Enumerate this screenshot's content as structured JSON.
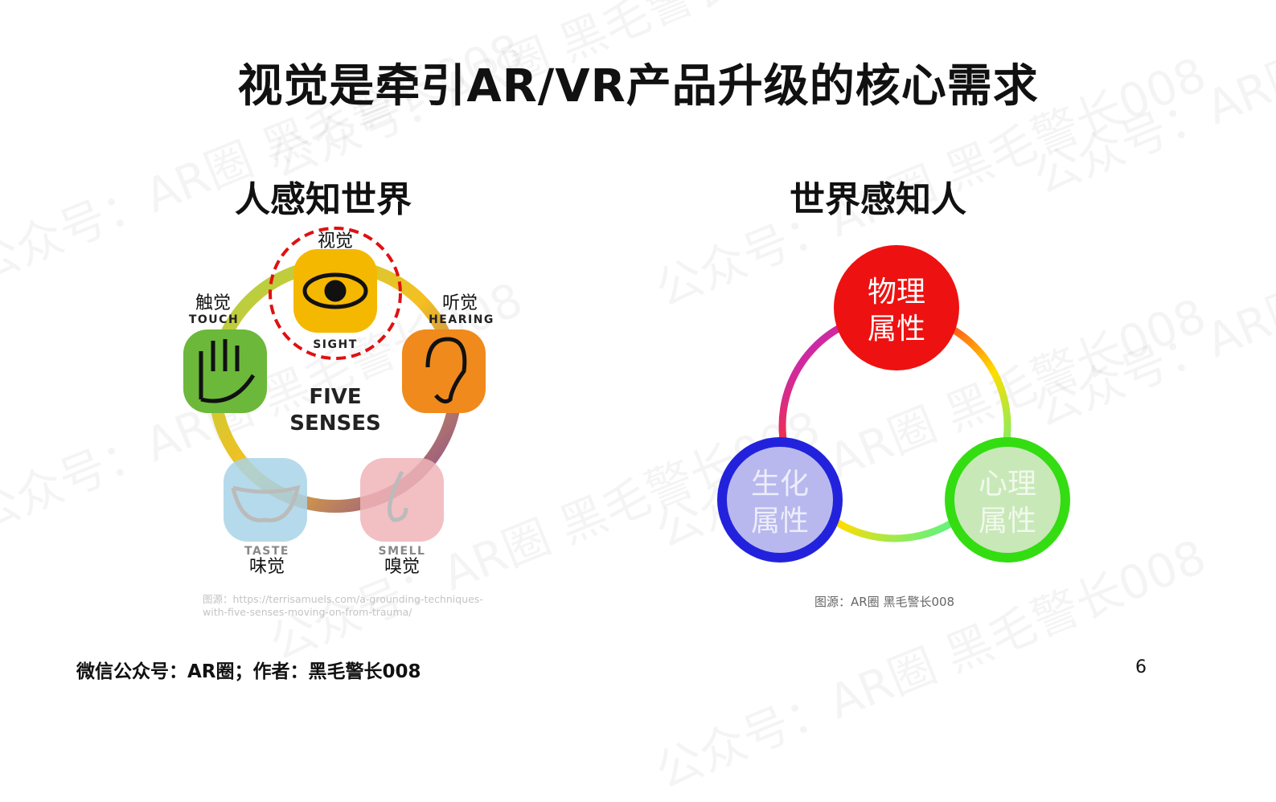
{
  "title": "视觉是牵引AR/VR产品升级的核心需求",
  "watermark": "公众号：AR圈 黑毛警长008",
  "left": {
    "heading": "人感知世界",
    "center_label": [
      "FIVE",
      "SENSES"
    ],
    "senses": [
      {
        "cn": "视觉",
        "en": "SIGHT",
        "color": "#f5b800",
        "icon": "eye-icon",
        "highlighted": true
      },
      {
        "cn": "触觉",
        "en": "TOUCH",
        "color": "#6cb83a",
        "icon": "hand-icon"
      },
      {
        "cn": "听觉",
        "en": "HEARING",
        "color": "#f08a1c",
        "icon": "ear-icon"
      },
      {
        "cn": "味觉",
        "en": "TASTE",
        "color": "#a8d4e8",
        "icon": "tongue-icon"
      },
      {
        "cn": "嗅觉",
        "en": "SMELL",
        "color": "#f0b4b8",
        "icon": "nose-icon"
      }
    ],
    "source": [
      "图源：https://terrisamuels.com/a-grounding-techniques-",
      "with-five-senses-moving-on-from-trauma/"
    ]
  },
  "right": {
    "heading": "世界感知人",
    "nodes": [
      {
        "lines": [
          "物理",
          "属性"
        ],
        "color": "#ee1111"
      },
      {
        "lines": [
          "生化",
          "属性"
        ],
        "color": "#2222dd"
      },
      {
        "lines": [
          "心理",
          "属性"
        ],
        "color": "#33dd11"
      }
    ],
    "source": "图源：AR圈 黑毛警长008"
  },
  "footer": "微信公众号：AR圈；作者：黑毛警长008",
  "page_number": "6"
}
